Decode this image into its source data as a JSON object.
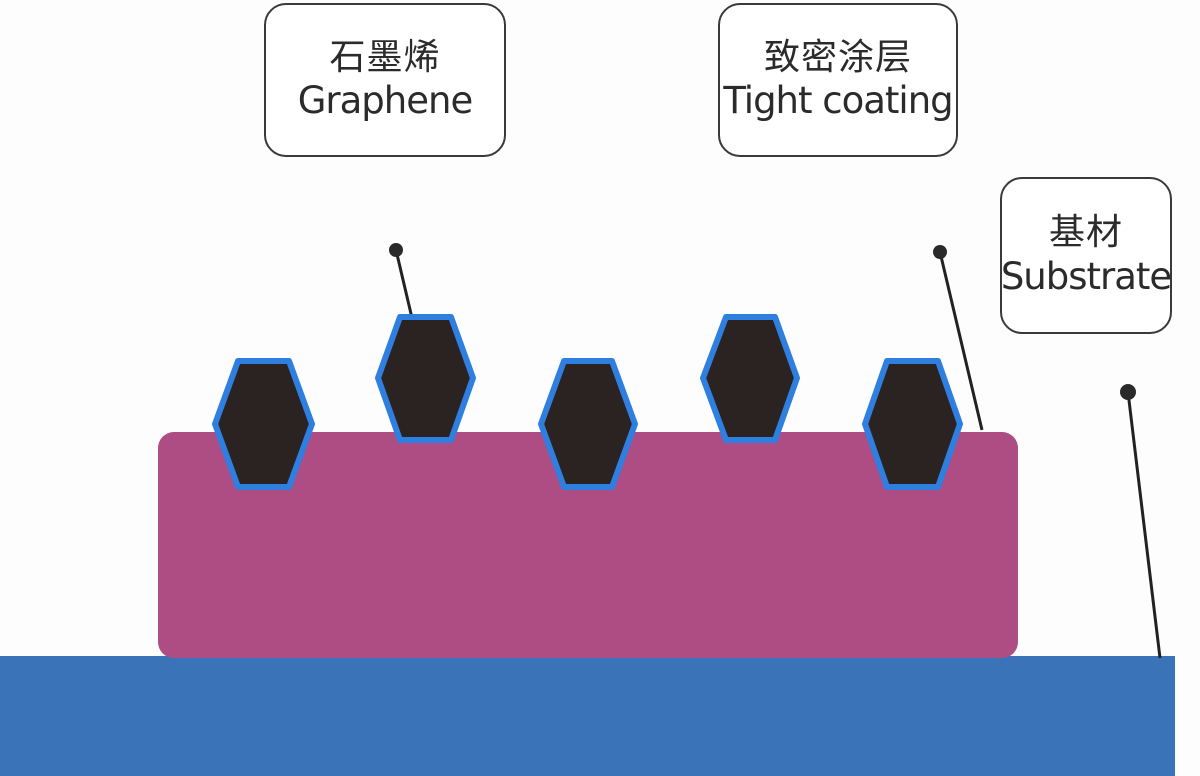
{
  "labels": {
    "graphene": {
      "zh": "石墨烯",
      "en": "Graphene"
    },
    "coating": {
      "zh": "致密涂层",
      "en": "Tight coating"
    },
    "substrate": {
      "zh": "基材",
      "en": "Substrate"
    }
  },
  "colors": {
    "substrate": "#3a73b8",
    "coating": "#ae4c84",
    "graphene_fill": "#2a2322",
    "graphene_outline": "#2f7fe0",
    "leader": "#222222"
  }
}
